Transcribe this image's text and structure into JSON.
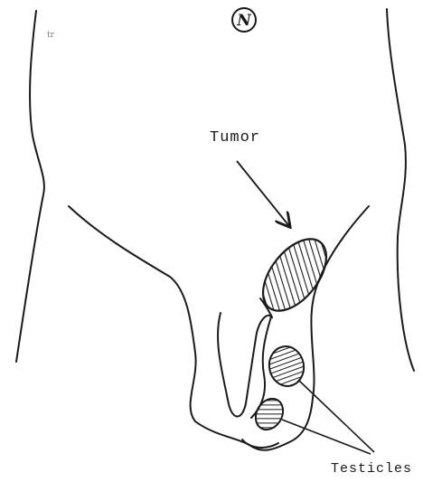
{
  "figure": {
    "orientation_marker": "N",
    "labels": {
      "tumor": "Tumor",
      "testicles": "Testicles"
    },
    "stray_mark": "tr",
    "line_color": "#1a1a1a",
    "background": "#ffffff"
  }
}
